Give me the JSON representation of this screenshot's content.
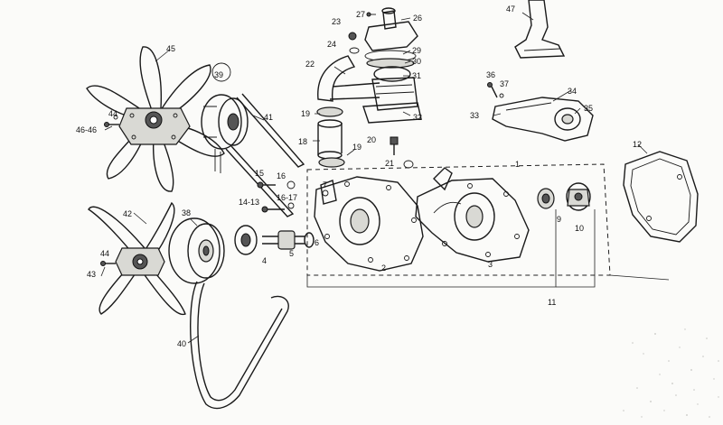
{
  "callouts": [
    {
      "id": "c1",
      "text": "1"
    },
    {
      "id": "c2",
      "text": "2"
    },
    {
      "id": "c3",
      "text": "3"
    },
    {
      "id": "c4",
      "text": "4"
    },
    {
      "id": "c5",
      "text": "5"
    },
    {
      "id": "c6",
      "text": "6"
    },
    {
      "id": "c7",
      "text": "7"
    },
    {
      "id": "c9",
      "text": "9"
    },
    {
      "id": "c10",
      "text": "10"
    },
    {
      "id": "c11",
      "text": "11"
    },
    {
      "id": "c12",
      "text": "12"
    },
    {
      "id": "c1413",
      "text": "14-13"
    },
    {
      "id": "c15",
      "text": "15"
    },
    {
      "id": "c16",
      "text": "16"
    },
    {
      "id": "c1617",
      "text": "16-17"
    },
    {
      "id": "c18",
      "text": "18"
    },
    {
      "id": "c19a",
      "text": "19"
    },
    {
      "id": "c19b",
      "text": "19"
    },
    {
      "id": "c20",
      "text": "20"
    },
    {
      "id": "c21",
      "text": "21"
    },
    {
      "id": "c22",
      "text": "22"
    },
    {
      "id": "c23",
      "text": "23"
    },
    {
      "id": "c24",
      "text": "24"
    },
    {
      "id": "c26",
      "text": "26"
    },
    {
      "id": "c27",
      "text": "27"
    },
    {
      "id": "c29",
      "text": "29"
    },
    {
      "id": "c30",
      "text": "30"
    },
    {
      "id": "c31",
      "text": "31"
    },
    {
      "id": "c32",
      "text": "32"
    },
    {
      "id": "c33",
      "text": "33"
    },
    {
      "id": "c34",
      "text": "34"
    },
    {
      "id": "c35",
      "text": "35"
    },
    {
      "id": "c36",
      "text": "36"
    },
    {
      "id": "c37",
      "text": "37"
    },
    {
      "id": "c38",
      "text": "38"
    },
    {
      "id": "c39",
      "text": "39"
    },
    {
      "id": "c40",
      "text": "40"
    },
    {
      "id": "c41",
      "text": "41"
    },
    {
      "id": "c42",
      "text": "42"
    },
    {
      "id": "c43",
      "text": "43"
    },
    {
      "id": "c44a",
      "text": "44"
    },
    {
      "id": "c44b",
      "text": "44"
    },
    {
      "id": "c45",
      "text": "45"
    },
    {
      "id": "c4646",
      "text": "46-46"
    },
    {
      "id": "c47",
      "text": "47"
    }
  ]
}
